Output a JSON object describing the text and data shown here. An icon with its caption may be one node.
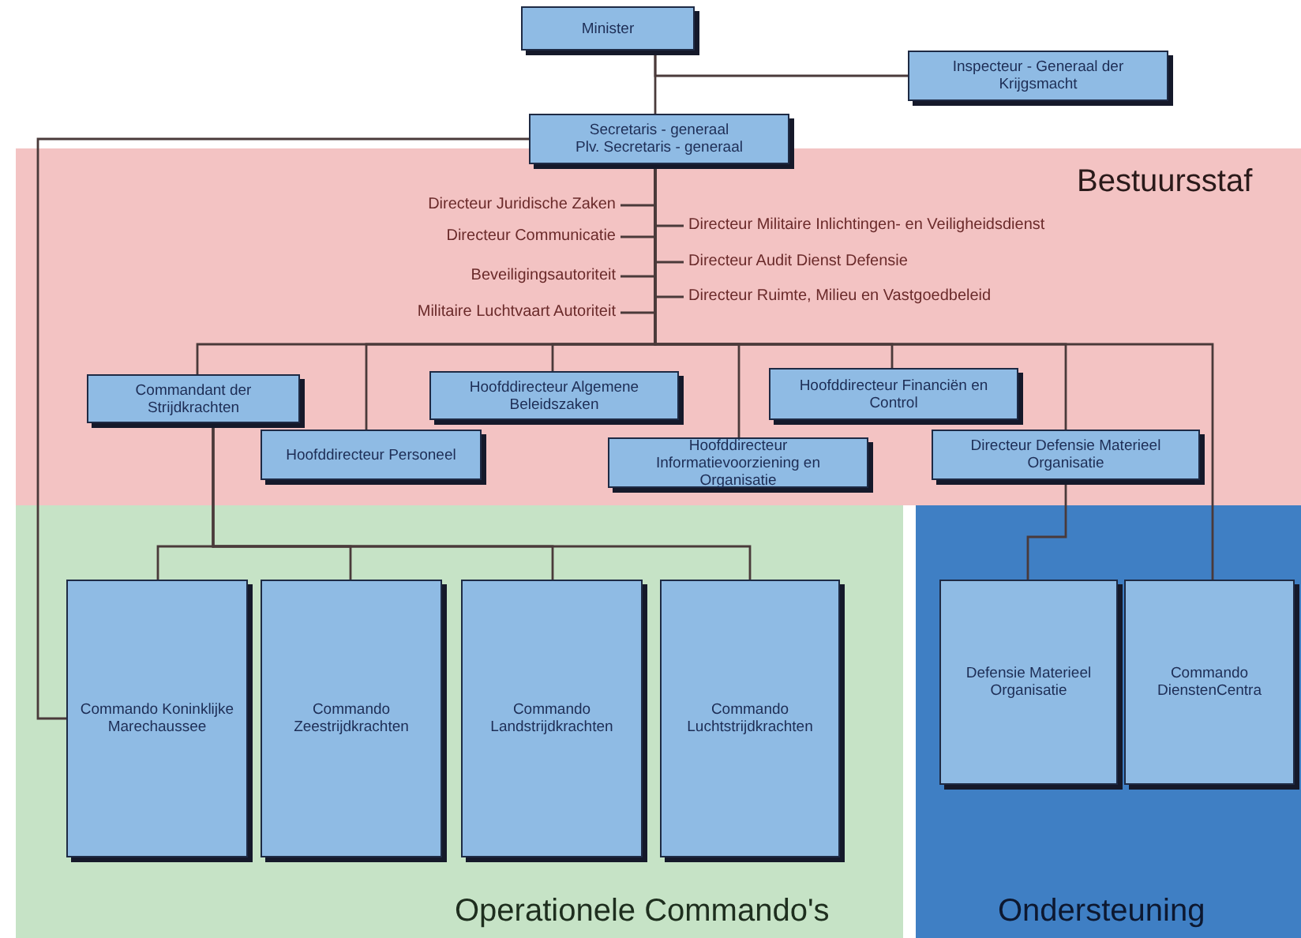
{
  "diagram": {
    "nodes": [
      {
        "text": [
          "Minister"
        ]
      },
      {
        "text": [
          "Inspecteur - Generaal der Krijgsmacht"
        ]
      },
      {
        "text": [
          "Secretaris - generaal",
          "Plv. Secretaris - generaal"
        ]
      },
      {
        "text": [
          "Bestuursstaf"
        ]
      },
      {
        "text": [
          "Directeur Juridische Zaken"
        ],
        "in": 3
      },
      {
        "text": [
          "Directeur Communicatie"
        ],
        "in": 3
      },
      {
        "text": [
          "Beveiligingsautoriteit"
        ],
        "in": 3
      },
      {
        "text": [
          "Militaire Luchtvaart Autoriteit"
        ],
        "in": 3
      },
      {
        "text": [
          "Directeur Militaire Inlichtingen- en Veiligheidsdienst"
        ],
        "in": 3
      },
      {
        "text": [
          "Directeur Audit Dienst Defensie"
        ],
        "in": 3
      },
      {
        "text": [
          "Directeur Ruimte, Milieu en Vastgoedbeleid"
        ],
        "in": 3
      },
      {
        "text": [
          "Commandant der Strijdkrachten"
        ],
        "in": 3
      },
      {
        "text": [
          "Hoofddirecteur Algemene Beleidszaken"
        ],
        "in": 3
      },
      {
        "text": [
          "Hoofddirecteur Financiën en Control"
        ],
        "in": 3
      },
      {
        "text": [
          "Hoofddirecteur Personeel"
        ],
        "in": 3
      },
      {
        "text": [
          "Hoofddirecteur Informatievoorziening en Organisatie"
        ],
        "in": 3
      },
      {
        "text": [
          "Directeur Defensie Materieel Organisatie"
        ],
        "in": 3
      },
      {
        "text": [
          "Operationele Commando's"
        ]
      },
      {
        "text": [
          "Commando Koninklijke Marechaussee"
        ],
        "in": 17
      },
      {
        "text": [
          "Commando Zeestrijdkrachten"
        ],
        "in": 17
      },
      {
        "text": [
          "Commando Landstrijdkrachten"
        ],
        "in": 17
      },
      {
        "text": [
          "Commando Luchtstrijdkrachten"
        ],
        "in": 17
      },
      {
        "text": [
          "Ondersteuning"
        ]
      },
      {
        "text": [
          "Defensie Materieel Organisatie"
        ],
        "in": 22
      },
      {
        "text": [
          "Commando DienstenCentra"
        ],
        "in": 22
      }
    ],
    "edges": [
      {
        "from": 0,
        "to": 1,
        "arrow": "none"
      },
      {
        "from": 0,
        "to": 2,
        "arrow": "none"
      },
      {
        "from": 2,
        "to": 4,
        "arrow": "none"
      },
      {
        "from": 2,
        "to": 5,
        "arrow": "none"
      },
      {
        "from": 2,
        "to": 6,
        "arrow": "none"
      },
      {
        "from": 2,
        "to": 7,
        "arrow": "none"
      },
      {
        "from": 2,
        "to": 8,
        "arrow": "none"
      },
      {
        "from": 2,
        "to": 9,
        "arrow": "none"
      },
      {
        "from": 2,
        "to": 10,
        "arrow": "none"
      },
      {
        "from": 2,
        "to": 11,
        "arrow": "none"
      },
      {
        "from": 2,
        "to": 12,
        "arrow": "none"
      },
      {
        "from": 2,
        "to": 13,
        "arrow": "none"
      },
      {
        "from": 2,
        "to": 14,
        "arrow": "none"
      },
      {
        "from": 2,
        "to": 15,
        "arrow": "none"
      },
      {
        "from": 2,
        "to": 16,
        "arrow": "none"
      },
      {
        "from": 2,
        "to": 18,
        "arrow": "none"
      },
      {
        "from": 2,
        "to": 24,
        "arrow": "none"
      },
      {
        "from": 11,
        "to": 18,
        "arrow": "none"
      },
      {
        "from": 11,
        "to": 19,
        "arrow": "none"
      },
      {
        "from": 11,
        "to": 20,
        "arrow": "none"
      },
      {
        "from": 11,
        "to": 21,
        "arrow": "none"
      },
      {
        "from": 16,
        "to": 23,
        "arrow": "none"
      }
    ]
  }
}
